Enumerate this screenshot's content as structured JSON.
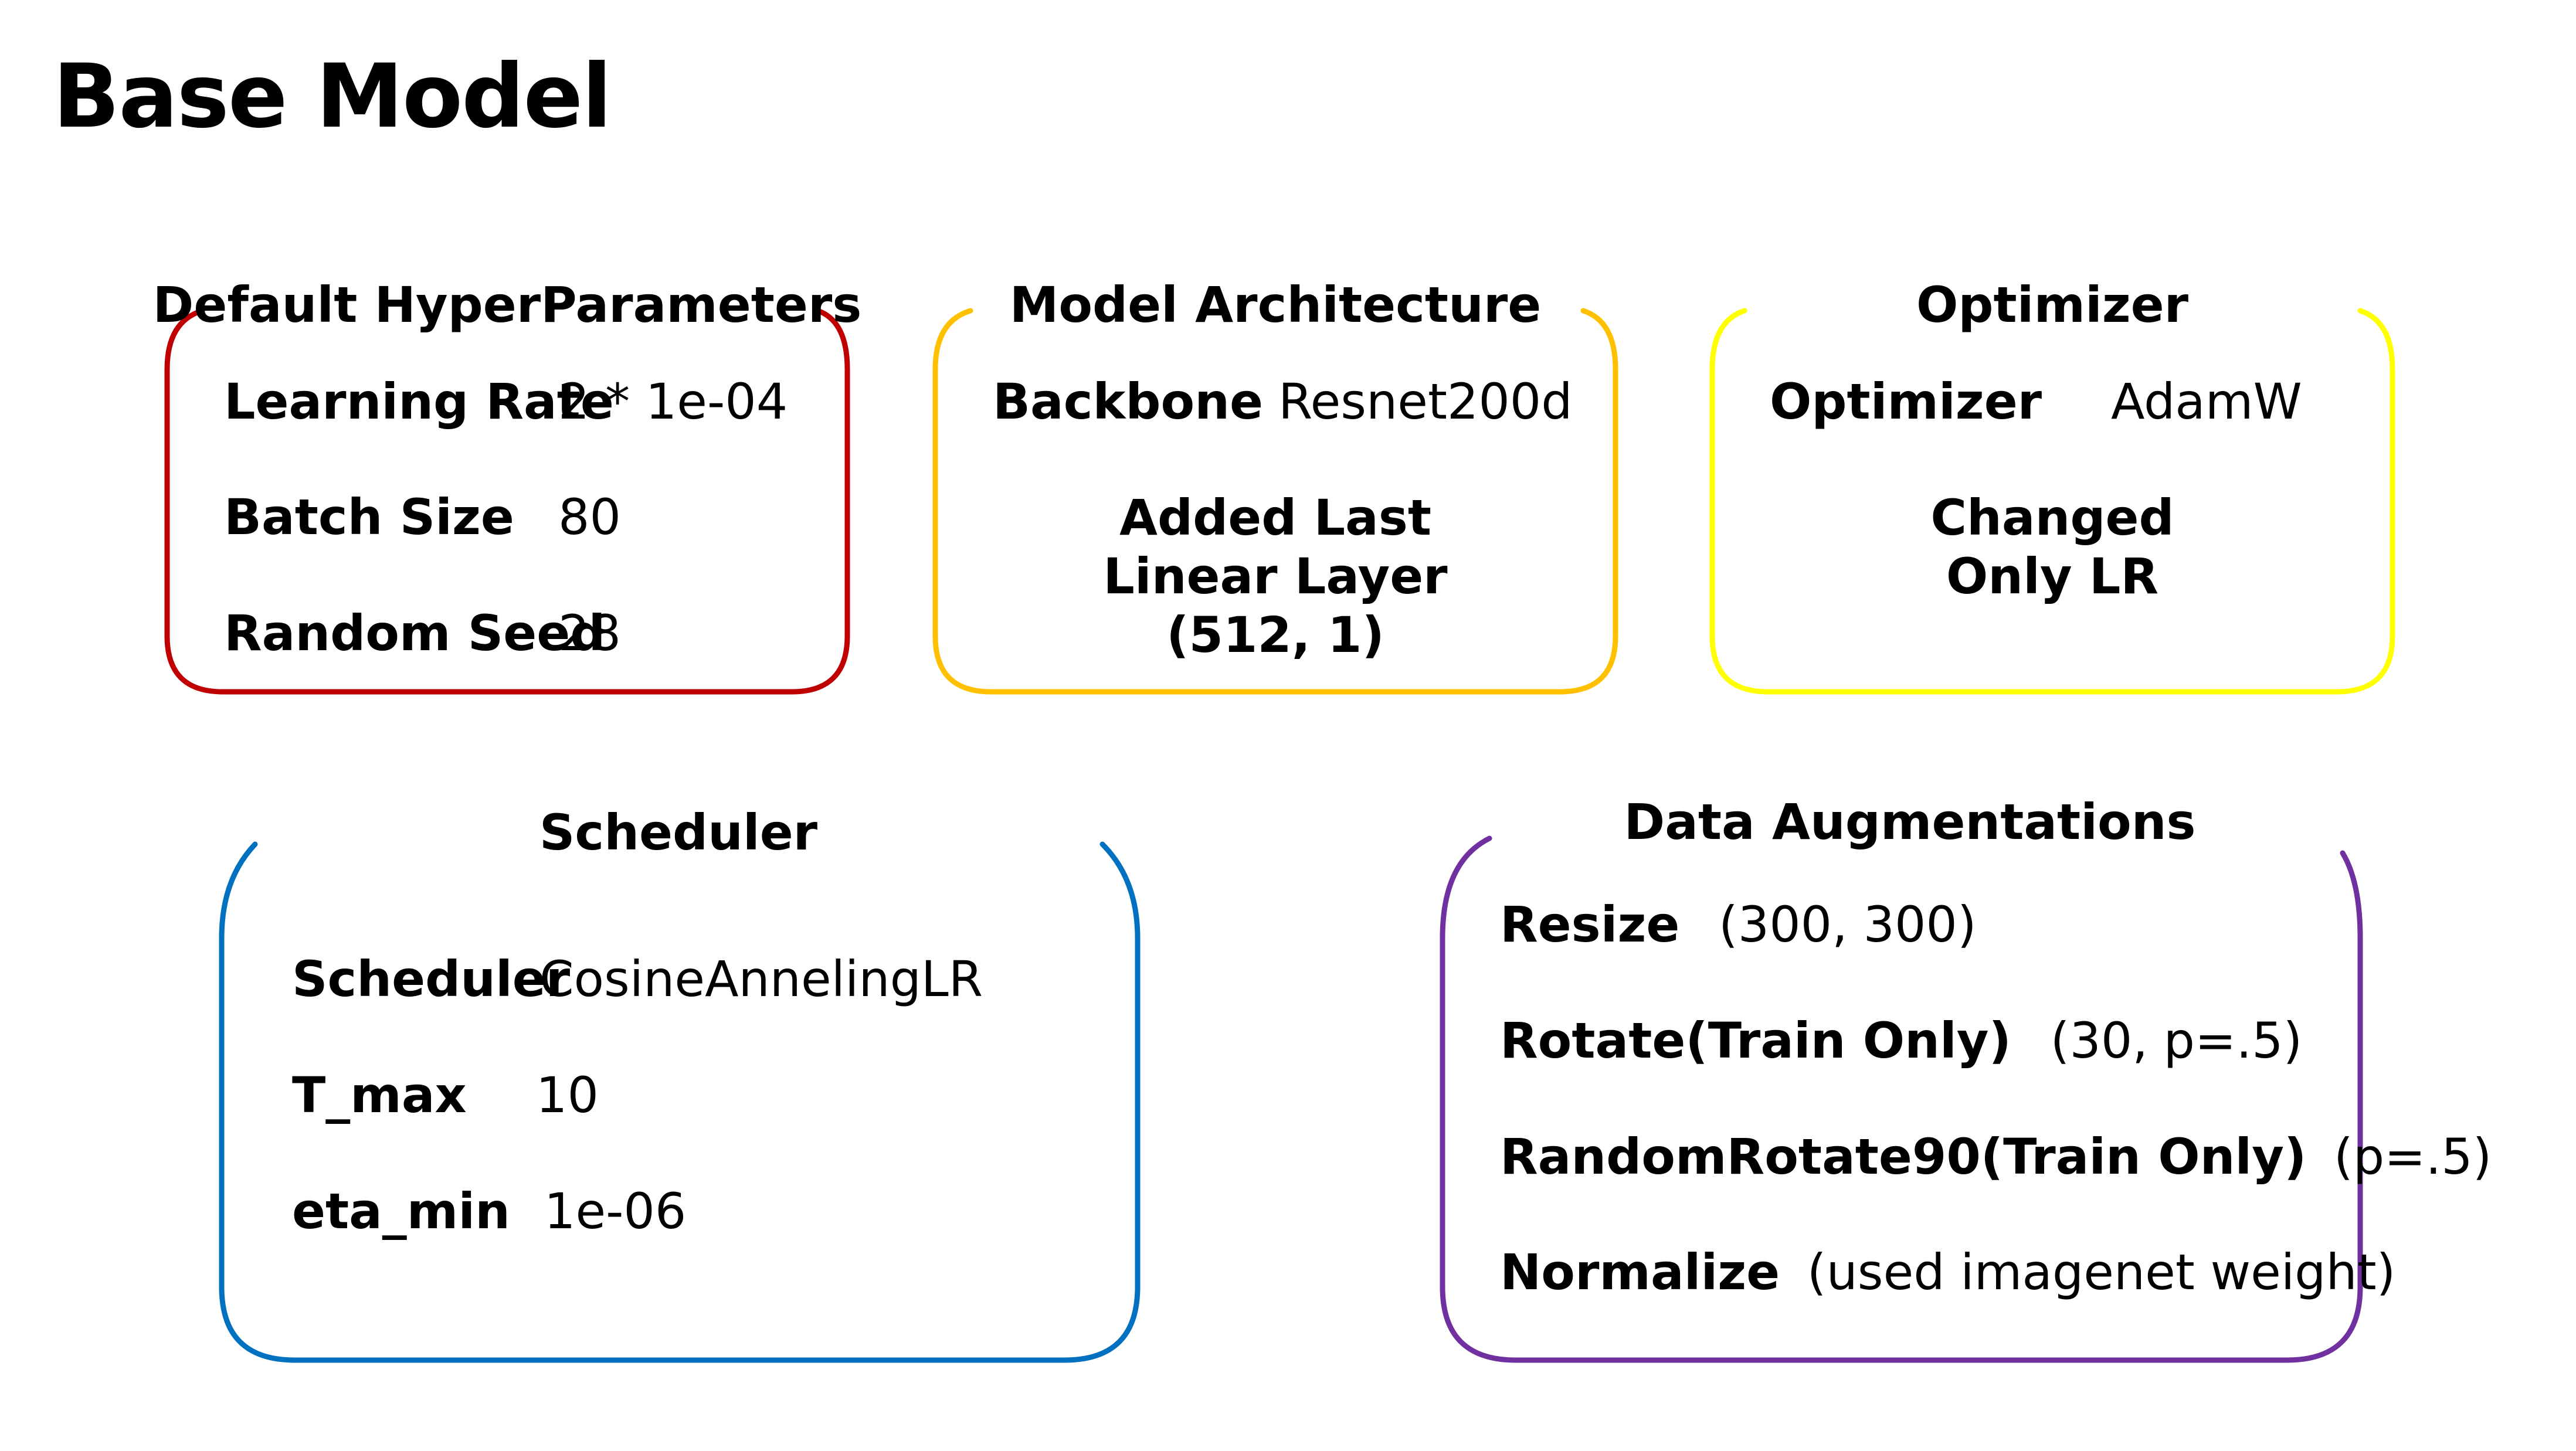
{
  "page": {
    "title": "Base Model"
  },
  "colors": {
    "hyperparameters": "#c00000",
    "architecture": "#ffc000",
    "optimizer": "#ffff00",
    "scheduler": "#0070c0",
    "augmentations": "#7030a0"
  },
  "hyperparameters": {
    "title": "Default HyperParameters",
    "rows": [
      {
        "key": "Learning Rate",
        "value": "2 * 1e-04"
      },
      {
        "key": "Batch Size",
        "value": "80"
      },
      {
        "key": "Random Seed",
        "value": "28"
      }
    ]
  },
  "architecture": {
    "title": "Model Architecture",
    "backbone_key": "Backbone",
    "backbone_value": "Resnet200d",
    "note_lines": [
      "Added Last",
      "Linear Layer",
      "(512, 1)"
    ]
  },
  "optimizer": {
    "title": "Optimizer",
    "key": "Optimizer",
    "value": "AdamW",
    "note_lines": [
      "Changed",
      "Only LR"
    ]
  },
  "scheduler": {
    "title": "Scheduler",
    "rows": [
      {
        "key": "Scheduler",
        "value": "CosineAnnelingLR"
      },
      {
        "key": "T_max",
        "value": "10"
      },
      {
        "key": "eta_min",
        "value": "1e-06"
      }
    ]
  },
  "augmentations": {
    "title": "Data Augmentations",
    "rows": [
      {
        "key": "Resize",
        "value": "(300, 300)"
      },
      {
        "key": "Rotate(Train Only)",
        "value": "(30, p=.5)"
      },
      {
        "key": "RandomRotate90(Train Only)",
        "value": "(p=.5)"
      },
      {
        "key": "Normalize",
        "value": "(used imagenet weight)"
      }
    ]
  }
}
